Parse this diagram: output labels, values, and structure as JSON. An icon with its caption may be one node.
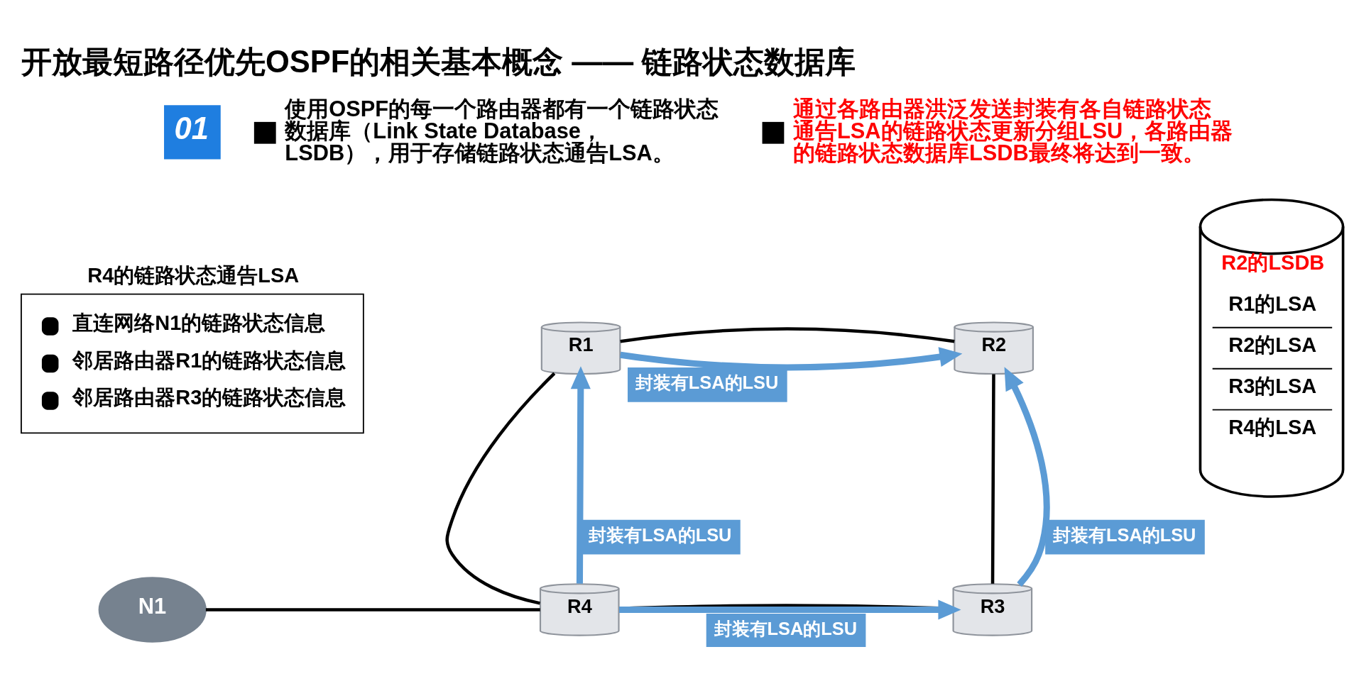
{
  "diagram": {
    "title": "开放最短路径优先OSPF的相关基本概念 —— 链路状态数据库",
    "nodes": [
      {
        "text": [
          "R1"
        ]
      },
      {
        "text": [
          "R2"
        ]
      },
      {
        "text": [
          "R2的LSDB",
          "R1的LSA",
          "R2的LSA",
          "R3的LSA",
          "R4的LSA"
        ]
      },
      {
        "text": [
          "R4的链路状态通告LSA",
          "直连网络N1的链路状态信息",
          "邻居路由器R1的链路状态信息",
          "邻居路由器R3的链路状态信息"
        ]
      },
      {
        "text": [
          "N1"
        ]
      },
      {
        "text": [
          "R4"
        ]
      },
      {
        "text": [
          "R3"
        ]
      }
    ],
    "edges": [
      {
        "from": 0,
        "to": 1,
        "arrow": "none"
      },
      {
        "from": 0,
        "to": 1,
        "arrow": "to",
        "label": "封装有LSA的LSU",
        "style": "thick",
        "color": "#5b9bd5"
      },
      {
        "from": 5,
        "to": 0,
        "arrow": "none"
      },
      {
        "from": 5,
        "to": 0,
        "arrow": "to",
        "label": "封装有LSA的LSU",
        "style": "thick",
        "color": "#5b9bd5"
      },
      {
        "from": 5,
        "to": 6,
        "arrow": "none"
      },
      {
        "from": 5,
        "to": 6,
        "arrow": "to",
        "label": "封装有LSA的LSU",
        "style": "thick",
        "color": "#5b9bd5"
      },
      {
        "from": 6,
        "to": 1,
        "arrow": "none"
      },
      {
        "from": 6,
        "to": 1,
        "arrow": "to",
        "label": "封装有LSA的LSU",
        "style": "thick",
        "color": "#5b9bd5"
      },
      {
        "from": 4,
        "to": 5,
        "arrow": "none"
      }
    ],
    "labels": [
      "01",
      "使用OSPF的每一个路由器都有一个链路状态数据库（Link State Database，LSDB），用于存储链路状态通告LSA。",
      "通过各路由器洪泛发送封装有各自链路状态通告LSA的链路状态更新分组LSU，各路由器的链路状态数据库LSDB最终将达到一致。"
    ]
  }
}
